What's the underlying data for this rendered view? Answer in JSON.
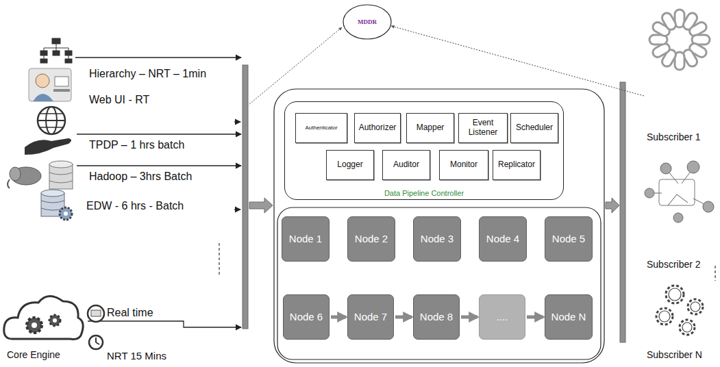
{
  "diagram": {
    "nodes": [
      {
        "text": [
          "MDDR"
        ]
      },
      {
        "text": [
          "Data Pipeline Controller"
        ]
      },
      {
        "text": [
          "Authenticator"
        ],
        "in": 1
      },
      {
        "text": [
          "Authorizer"
        ],
        "in": 1
      },
      {
        "text": [
          "Mapper"
        ],
        "in": 1
      },
      {
        "text": [
          "Event Listener"
        ],
        "in": 1
      },
      {
        "text": [
          "Scheduler"
        ],
        "in": 1
      },
      {
        "text": [
          "Logger"
        ],
        "in": 1
      },
      {
        "text": [
          "Auditor"
        ],
        "in": 1
      },
      {
        "text": [
          "Monitor"
        ],
        "in": 1
      },
      {
        "text": [
          "Replicator"
        ],
        "in": 1
      },
      {
        "text": [
          "Node 1"
        ]
      },
      {
        "text": [
          "Node 2"
        ]
      },
      {
        "text": [
          "Node 3"
        ]
      },
      {
        "text": [
          "Node 4"
        ]
      },
      {
        "text": [
          "Node 5"
        ]
      },
      {
        "text": [
          "Node 6"
        ]
      },
      {
        "text": [
          "Node 7"
        ]
      },
      {
        "text": [
          "Node 8"
        ]
      },
      {
        "text": [
          "...."
        ]
      },
      {
        "text": [
          "Node N"
        ]
      }
    ],
    "edges": [
      {
        "from": 16,
        "to": 17,
        "arrow": "to"
      },
      {
        "from": 17,
        "to": 18,
        "arrow": "to"
      },
      {
        "from": 18,
        "to": 19,
        "arrow": "to"
      },
      {
        "from": 19,
        "to": 20,
        "arrow": "to"
      }
    ],
    "labels": [
      "Hierarchy – NRT – 1min",
      "Web UI - RT",
      "TPDP – 1 hrs batch",
      "Hadoop – 3hrs Batch",
      "EDW - 6 hrs - Batch",
      "Core Engine",
      "Real time",
      "NRT 15 Mins",
      "Subscriber 1",
      "Subscriber 2",
      "Subscriber N"
    ]
  }
}
